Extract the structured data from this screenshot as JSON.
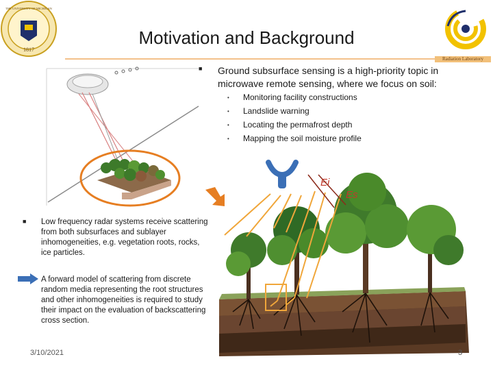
{
  "slide": {
    "title": "Motivation and Background",
    "lab_banner": "Radiation Laboratory",
    "seal": {
      "top_text": "THE UNIVERSITY OF MICHIGAN",
      "year": "1817"
    },
    "bullet_main": "Ground subsurface sensing is a high-priority topic in microwave remote sensing, where we focus on soil:",
    "sub_bullets": [
      "Monitoring facility constructions",
      "Landslide warning",
      "Locating the permafrost depth",
      "Mapping the soil moisture profile"
    ],
    "bullet_low_freq": "Low frequency radar systems receive scattering from both subsurfaces and sublayer inhomogeneities, e.g. vegetation roots, rocks, ice particles.",
    "bullet_forward_model": "A forward model of scattering from discrete random media representing the root structures and other inhomogeneities is required to study their impact on the evaluation of backscattering cross section.",
    "label_ei": "Ei",
    "label_es": "Es",
    "date": "3/10/2021",
    "page_number": "3"
  },
  "colors": {
    "accent_orange": "#e67e22",
    "arrow_blue": "#3b6fb6",
    "label_red": "#c0392b",
    "michigan_blue": "#1f2f6b",
    "michigan_maize": "#f2c200"
  },
  "icons": [
    "university-seal-icon",
    "radiation-lab-logo-icon",
    "square-bullet-icon",
    "blue-arrow-icon",
    "satellite-icon",
    "antenna-icon"
  ]
}
